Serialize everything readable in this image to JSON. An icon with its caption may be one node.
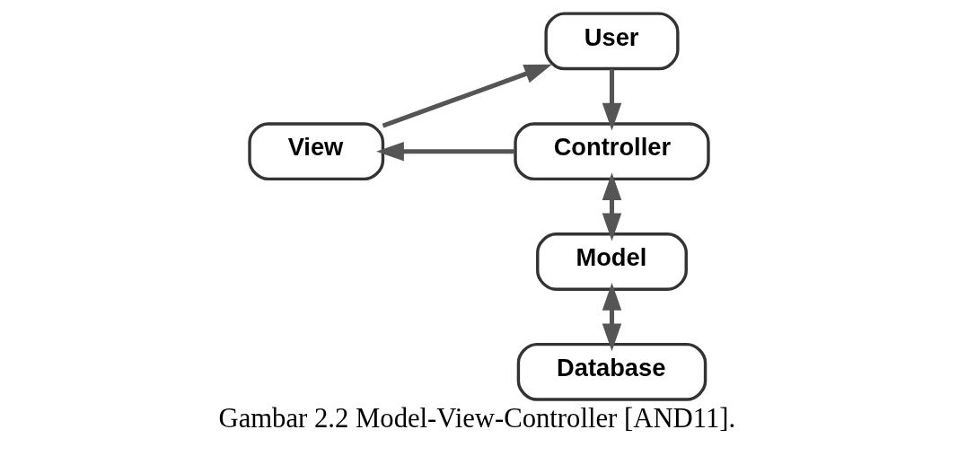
{
  "diagram": {
    "caption": "Gambar 2.2 Model-View-Controller [AND11].",
    "nodes": [
      {
        "text": [
          "User"
        ]
      },
      {
        "text": [
          "View"
        ]
      },
      {
        "text": [
          "Controller"
        ]
      },
      {
        "text": [
          "Model"
        ]
      },
      {
        "text": [
          "Database"
        ]
      }
    ],
    "edges": [
      {
        "from": 1,
        "to": 0,
        "arrow": "to"
      },
      {
        "from": 0,
        "to": 2,
        "arrow": "to"
      },
      {
        "from": 2,
        "to": 1,
        "arrow": "to"
      },
      {
        "from": 2,
        "to": 3,
        "arrow": "both"
      },
      {
        "from": 3,
        "to": 4,
        "arrow": "both"
      }
    ]
  }
}
